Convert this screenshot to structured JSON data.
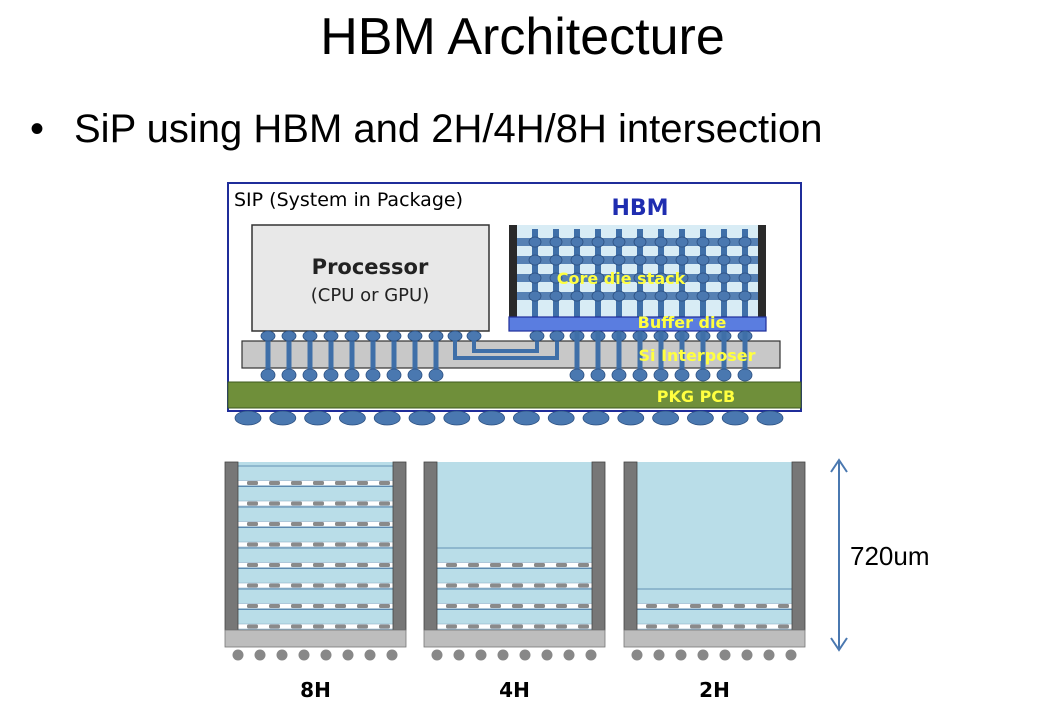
{
  "slide": {
    "title": "HBM Architecture",
    "bullet_marker": "•",
    "bullet": "SiP using HBM and 2H/4H/8H intersection"
  },
  "sip": {
    "label": "SIP (System in Package)",
    "hbm_label": "HBM",
    "processor_title": "Processor",
    "processor_sub": "(CPU or GPU)",
    "core_die_label": "Core die stack",
    "buffer_die_label": "Buffer die",
    "interposer_label": "Si Interposer",
    "pcb_label": "PKG PCB"
  },
  "stacks": {
    "height_label": "720um",
    "items": [
      {
        "label": "8H",
        "dies": 8
      },
      {
        "label": "4H",
        "dies": 4
      },
      {
        "label": "2H",
        "dies": 2
      }
    ]
  },
  "colors": {
    "sip_border": "#1f2d9a",
    "hbm_text": "#1f2db0",
    "processor_fill": "#e8e8e8",
    "interposer_fill": "#c8c8c8",
    "pcb_fill": "#6f8f3a",
    "bump": "#4a78b0",
    "die_fill": "#d8ecf5",
    "silicon": "#b9dde8",
    "label_yellow": "#ffff40",
    "wall": "#777777",
    "arrow": "#4a78b0"
  }
}
